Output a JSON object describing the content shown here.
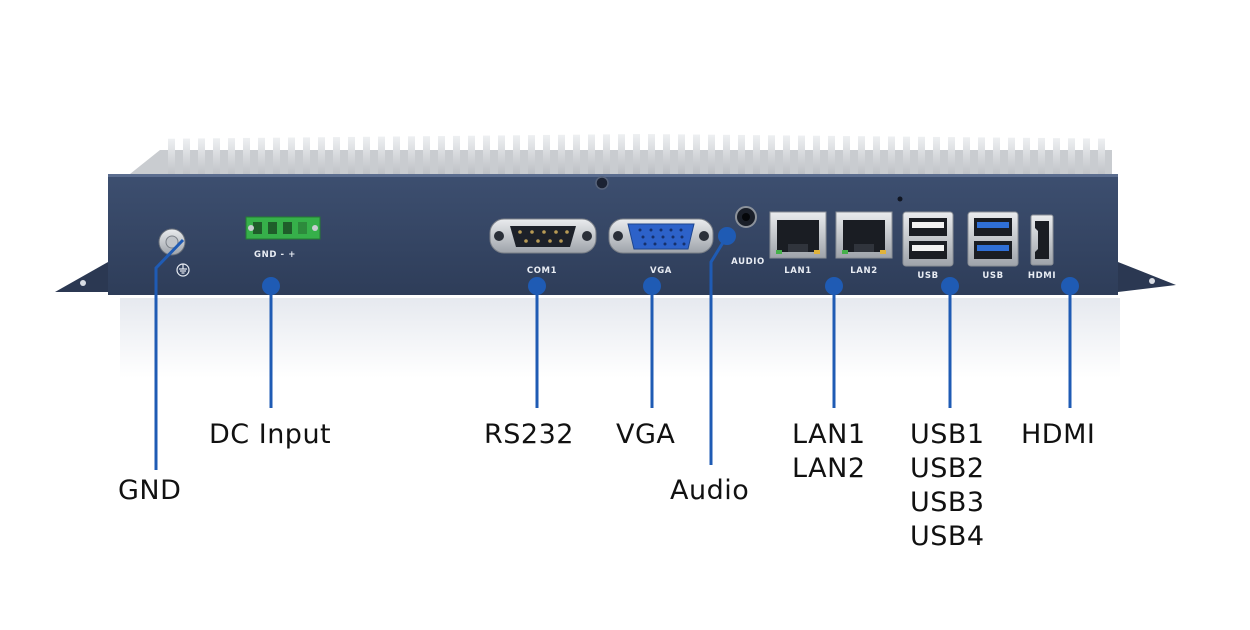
{
  "colors": {
    "panel": "#364766",
    "heatsink": "#d7d9dc",
    "callout": "#1f5bb4",
    "terminal": "#36b04a",
    "vga_port": "#2d62c9",
    "usb3_tongue": "#2f6fd6",
    "text": "#111111"
  },
  "ports": [
    {
      "id": "gnd",
      "callout": [
        "GND"
      ],
      "silk": "",
      "icon": "ground-icon"
    },
    {
      "id": "dc-input",
      "callout": [
        "DC Input"
      ],
      "silk": "GND -  +",
      "icon": "terminal-block-icon"
    },
    {
      "id": "rs232",
      "callout": [
        "RS232"
      ],
      "silk": "COM1",
      "icon": "db9-port-icon"
    },
    {
      "id": "vga",
      "callout": [
        "VGA"
      ],
      "silk": "VGA",
      "icon": "vga-port-icon"
    },
    {
      "id": "audio",
      "callout": [
        "Audio"
      ],
      "silk": "AUDIO",
      "icon": "audio-jack-icon"
    },
    {
      "id": "lan",
      "callout": [
        "LAN1",
        "LAN2"
      ],
      "silk": [
        "LAN1",
        "LAN2"
      ],
      "icon": "rj45-port-icon"
    },
    {
      "id": "usb",
      "callout": [
        "USB1",
        "USB2",
        "USB3",
        "USB4"
      ],
      "silk": [
        "USB",
        "USB"
      ],
      "icon": "usb-port-icon"
    },
    {
      "id": "hdmi",
      "callout": [
        "HDMI"
      ],
      "silk": "HDMI",
      "icon": "hdmi-port-icon"
    }
  ]
}
